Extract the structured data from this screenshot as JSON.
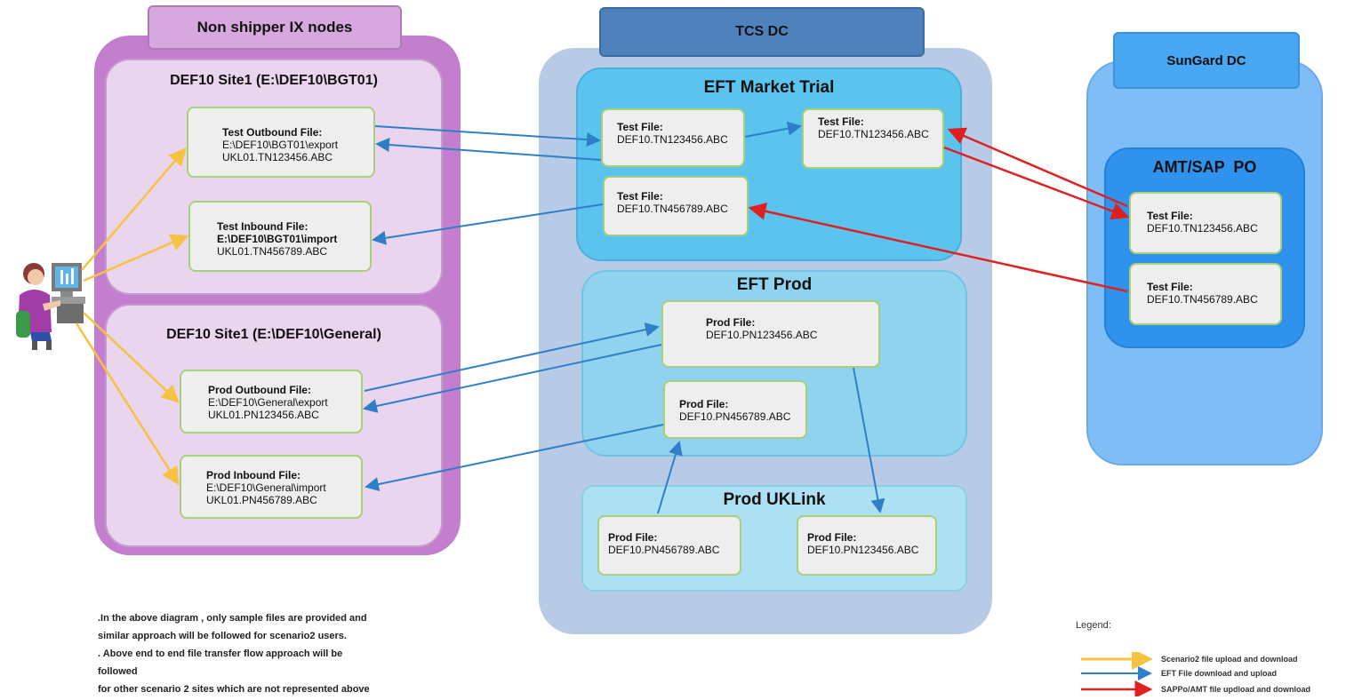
{
  "colors": {
    "scenario2_arrow": "#f5c242",
    "eft_arrow": "#2f7fc8",
    "sappo_arrow": "#e02020",
    "file_border": "#a8d07a",
    "non_shipper_region": "#c37fce",
    "tcs_region": "#b7cbe6",
    "sungard_region": "#7fbdf7"
  },
  "headers": {
    "non_shipper": "Non shipper IX nodes",
    "tcs_dc": "TCS DC",
    "sungard_dc": "SunGard DC"
  },
  "zones": {
    "site_bgt01": "DEF10 Site1 (E:\\DEF10\\BGT01)",
    "site_general": "DEF10 Site1 (E:\\DEF10\\General)",
    "eft_market_trial": "EFT Market Trial",
    "eft_prod": "EFT Prod",
    "prod_uklink": "Prod UKLink",
    "amt_sap_po": "AMT/SAP  PO"
  },
  "files": {
    "test_outbound": {
      "title": "Test Outbound File:",
      "l1": "E:\\DEF10\\BGT01\\export",
      "l2": "UKL01.TN123456.ABC"
    },
    "test_inbound": {
      "title": "Test Inbound File:",
      "l1": "E:\\DEF10\\BGT01\\import",
      "l2": "UKL01.TN456789.ABC"
    },
    "prod_outbound": {
      "title": "Prod Outbound File:",
      "l1": "E:\\DEF10\\General\\export",
      "l2": "UKL01.PN123456.ABC"
    },
    "prod_inbound": {
      "title": "Prod Inbound File:",
      "l1": "E:\\DEF10\\General\\import",
      "l2": "UKL01.PN456789.ABC"
    },
    "mt_test_1": {
      "title": "Test File:",
      "l1": "DEF10.TN123456.ABC"
    },
    "mt_test_2": {
      "title": "Test File:",
      "l1": "DEF10.TN123456.ABC"
    },
    "mt_test_3": {
      "title": "Test File:",
      "l1": "DEF10.TN456789.ABC"
    },
    "eft_prod_1": {
      "title": "Prod File:",
      "l1": "DEF10.PN123456.ABC"
    },
    "eft_prod_2": {
      "title": "Prod File:",
      "l1": "DEF10.PN456789.ABC"
    },
    "uk_prod_1": {
      "title": "Prod File:",
      "l1": "DEF10.PN456789.ABC"
    },
    "uk_prod_2": {
      "title": "Prod File:",
      "l1": "DEF10.PN123456.ABC"
    },
    "amt_test_1": {
      "title": "Test File:",
      "l1": "DEF10.TN123456.ABC"
    },
    "amt_test_2": {
      "title": "Test File:",
      "l1": "DEF10.TN456789.ABC"
    }
  },
  "notes": {
    "line1": ".In the above diagram , only sample files are provided and",
    "line2": "similar approach will be followed for scenario2 users.",
    "line3": ". Above end to end file transfer flow approach will be",
    "line4": "followed",
    "line5": "for other scenario 2 sites which are not represented above"
  },
  "legend": {
    "title": "Legend:",
    "scenario2": "Scenario2 file upload and download",
    "eft": "EFT File download and upload",
    "sappo": "SAPPo/AMT file updload and download"
  }
}
